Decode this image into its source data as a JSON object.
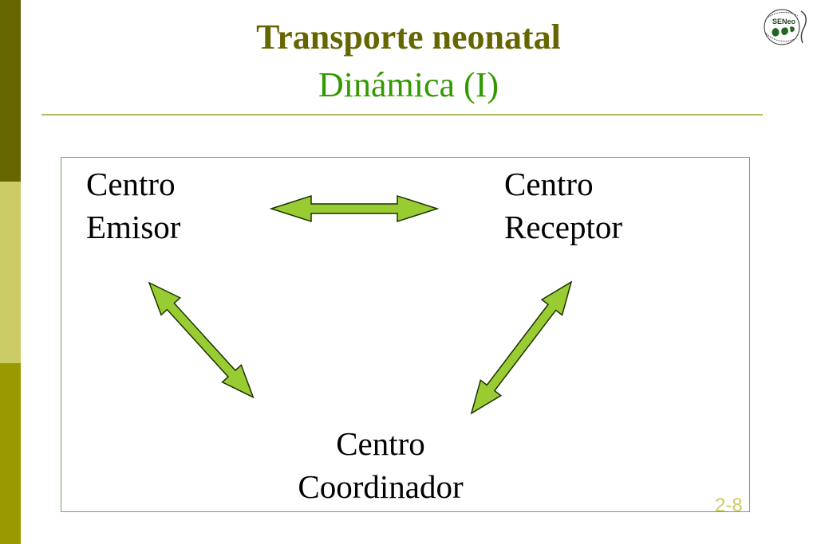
{
  "slide": {
    "title": "Transporte neonatal",
    "subtitle": "Dinámica (I)",
    "slide_number": "2-8"
  },
  "logo": {
    "text": "SENeo",
    "ring_text": "SOCIEDAD ESPAÑOLA DE NEONATOLOGÍA"
  },
  "nodes": {
    "emisor": {
      "line1": "Centro",
      "line2": "Emisor"
    },
    "receptor": {
      "line1": "Centro",
      "line2": "Receptor"
    },
    "coordinador": {
      "line1": "Centro",
      "line2": "Coordinador"
    }
  },
  "colors": {
    "title": "#666600",
    "subtitle": "#339900",
    "arrow_fill": "#99cc33",
    "arrow_stroke": "#1a3300",
    "sidebar_top": "#666600",
    "sidebar_mid": "#cccc66",
    "sidebar_bottom": "#999900"
  }
}
